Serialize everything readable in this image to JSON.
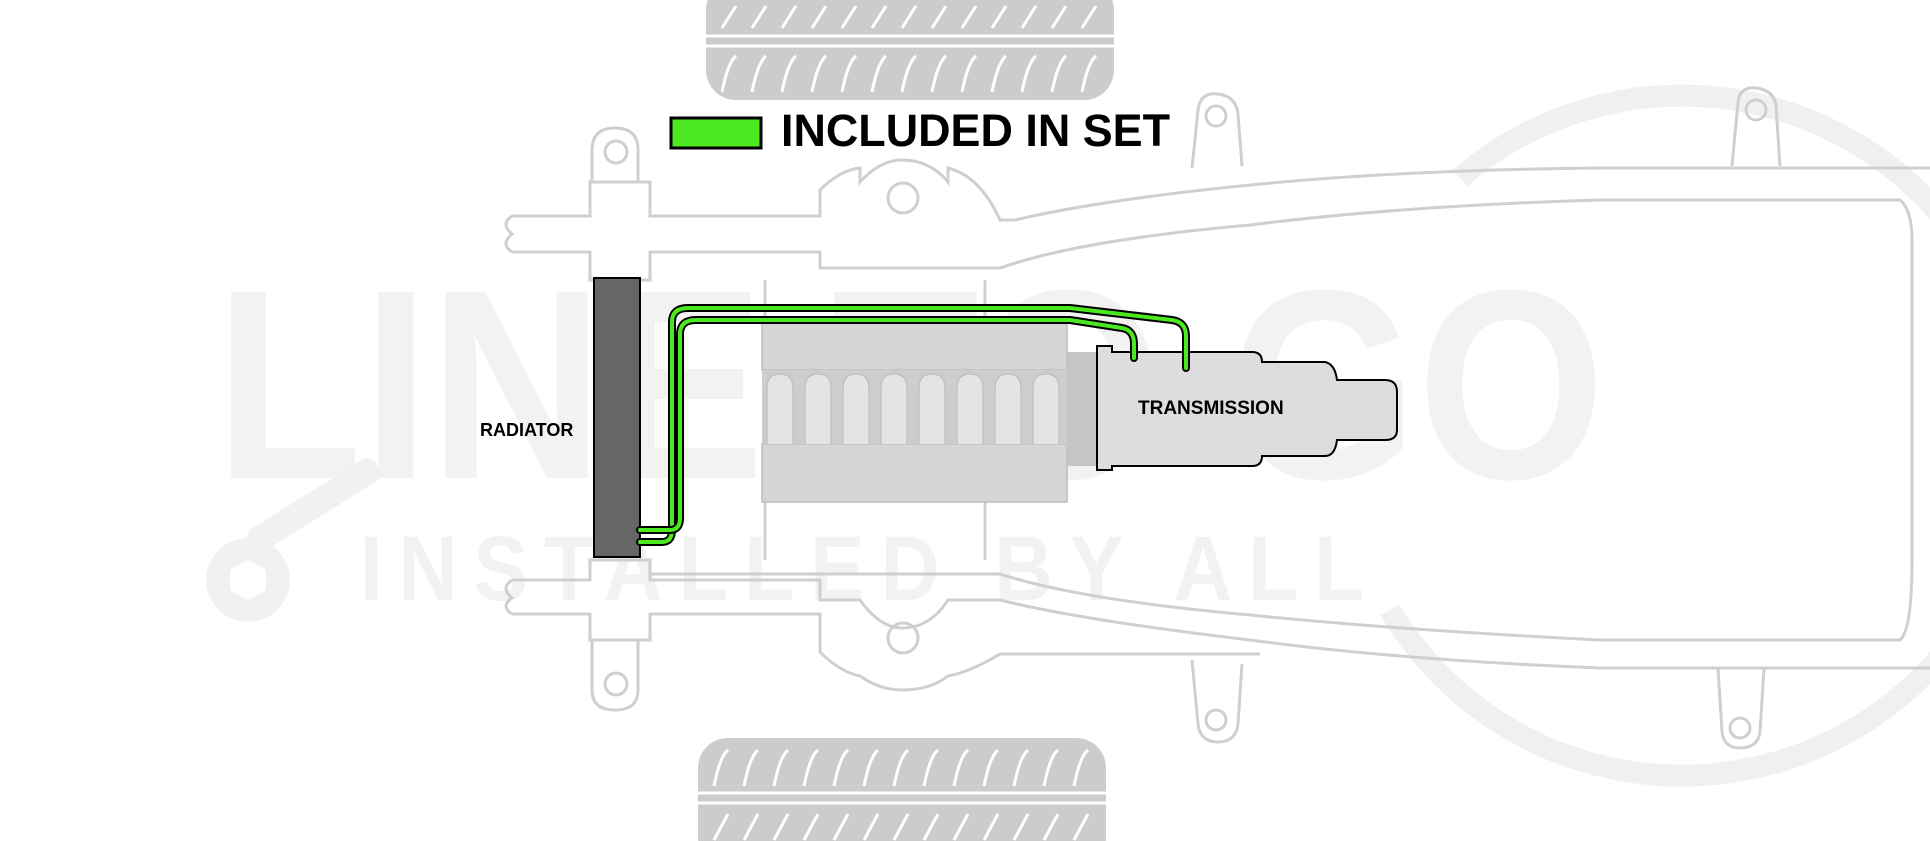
{
  "legend": {
    "label": "INCLUDED IN SET",
    "swatch_color": "#4ae81e"
  },
  "labels": {
    "radiator": "RADIATOR",
    "transmission": "TRANSMISSION"
  },
  "watermark": {
    "brand": "LINE TO GO",
    "tagline": "INSTALLED BY ALL"
  },
  "colors": {
    "line": "#4ae81e",
    "line_outline": "#000000",
    "radiator": "#666666",
    "frame": "#cfcfcf",
    "tire": "#cccccc",
    "engine": "#d2d3d4",
    "transmission": "#dcdcdc"
  }
}
